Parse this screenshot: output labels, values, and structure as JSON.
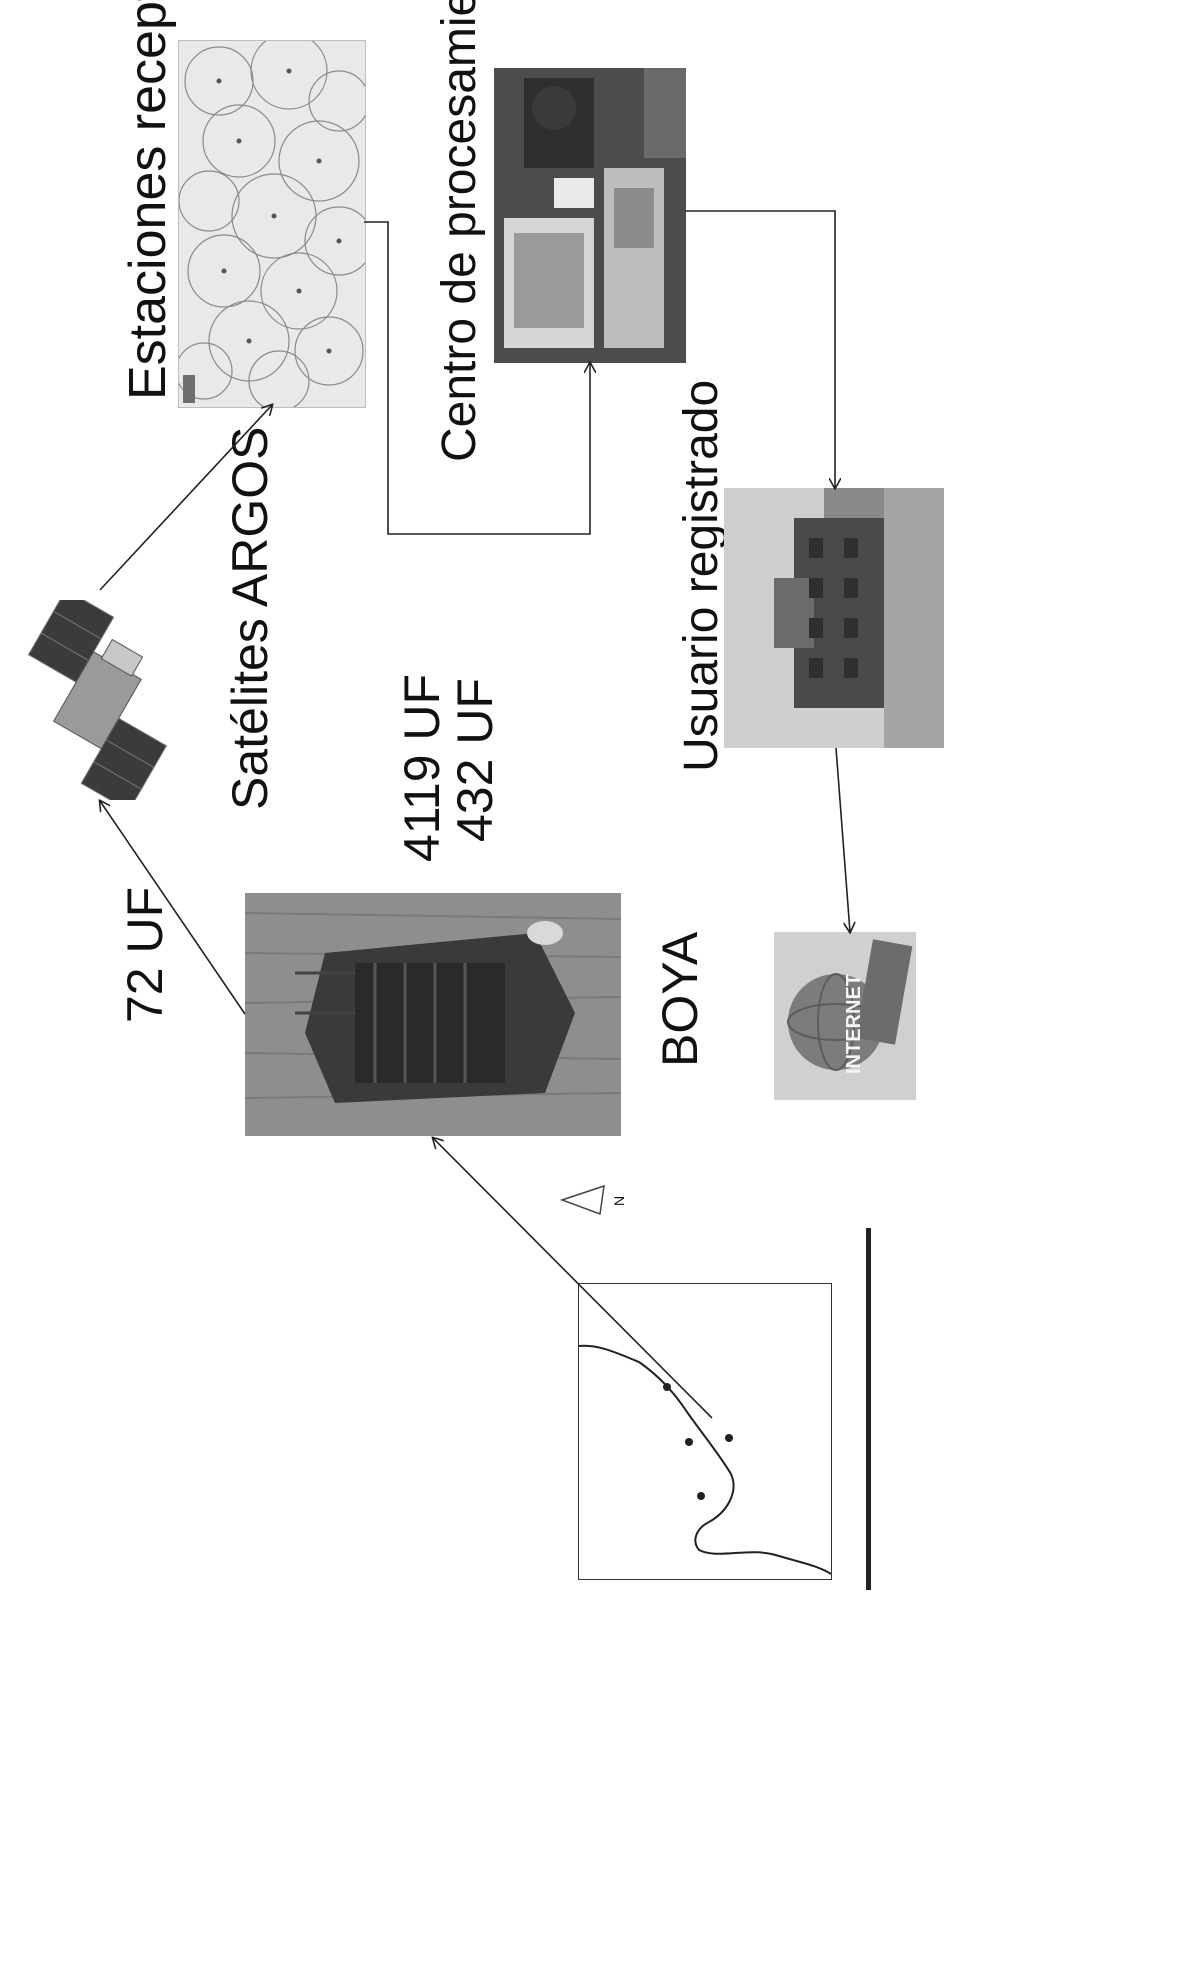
{
  "labels": {
    "stations": "Estaciones receptoras",
    "processing": "Centro de procesamiento",
    "satellites": "Satélites ARGOS",
    "user": "Usuario registrado",
    "buoy": "BOYA",
    "uf_72": "72 UF",
    "uf_4119": "4119 UF",
    "uf_432": "432 UF",
    "internet": "INTERNET",
    "north": "N"
  },
  "images": {
    "stations": "stations-coverage-map",
    "processing": "processing-center-photo",
    "satellite": "argos-satellite-image",
    "buoy": "ocean-buoy-photo",
    "user": "registered-user-building-photo",
    "internet": "internet-globe-image",
    "location_map": "buoy-location-map"
  },
  "colors": {
    "line": "#222222",
    "text": "#111111"
  }
}
